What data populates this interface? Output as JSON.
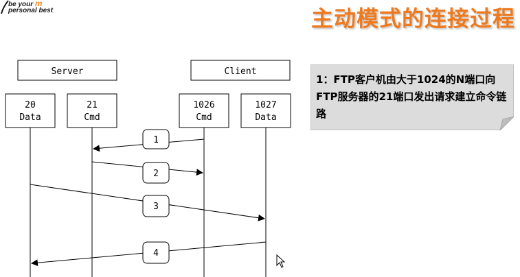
{
  "header": {
    "logo_line1_prefix": "be your ",
    "logo_line1_accent": "m",
    "logo_line2": "personal best",
    "title": "主动模式的连接过程"
  },
  "diagram": {
    "group_labels": {
      "server": "Server",
      "client": "Client"
    },
    "ports": {
      "p20": {
        "num": "20",
        "role": "Data"
      },
      "p21": {
        "num": "21",
        "role": "Cmd"
      },
      "p1026": {
        "num": "1026",
        "role": "Cmd"
      },
      "p1027": {
        "num": "1027",
        "role": "Data"
      }
    },
    "steps": [
      "1",
      "2",
      "3",
      "4"
    ]
  },
  "note": {
    "text": "1：FTP客户机由大于1024的N端口向FTP服务器的21端口发出请求建立命令链路"
  },
  "colors": {
    "title": "#ee7a1f",
    "note_bg": "#dcdcdc",
    "line": "#000000"
  },
  "icons": {
    "cursor": "mouse-pointer-icon"
  }
}
